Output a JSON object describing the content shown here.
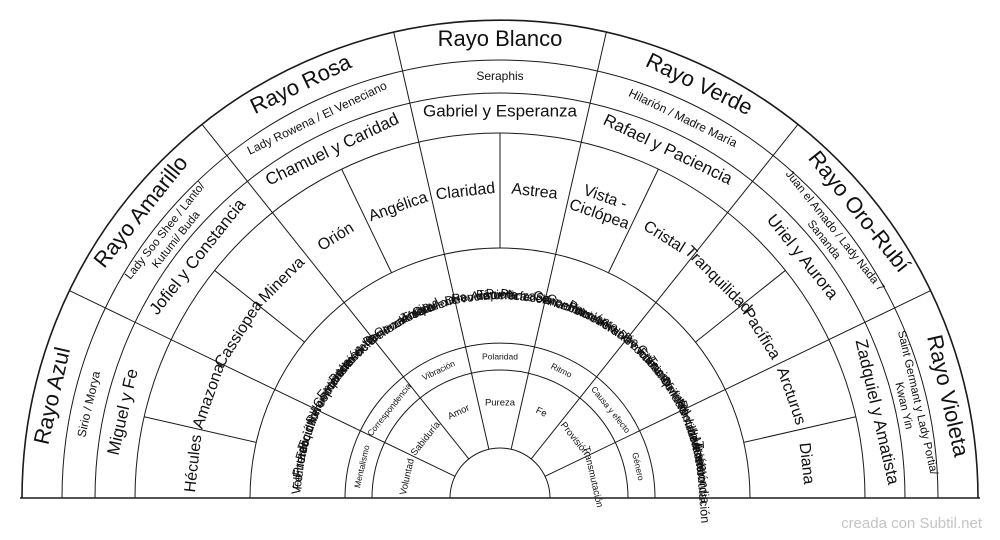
{
  "colors": {
    "line": "#1a1a1a",
    "text": "#111111",
    "background": "#ffffff",
    "credit": "#c4c4c4"
  },
  "credit": "creada con Subtil.net",
  "principles": [
    "Mentalismo",
    "Correspondencia",
    "Vibración",
    "Polaridad",
    "Ritmo",
    "Causa y efecto",
    "Género"
  ],
  "rays": [
    {
      "name": "Rayo Azul",
      "masters": [
        "Sirio / Morya"
      ],
      "archangels": "Miguel y Fe",
      "beings": [
        "Hécules",
        "Amazona"
      ],
      "qualities": [
        "Fe",
        "Voluntad",
        "Fuerza",
        "Protección",
        "Felicidad",
        "Equilibrio"
      ],
      "inner": "Voluntad"
    },
    {
      "name": "Rayo Amarillo",
      "masters": [
        "Lady Soo Shee / Lanto/",
        "Kutumi/ Buda"
      ],
      "archangels": "Jofiel y Constancia",
      "beings": [
        "Cassiopea",
        "Minerva"
      ],
      "qualities": [
        "Percepción",
        "Iluminación",
        "Comprensión",
        "Entendimiento",
        "Poder de la",
        "atención"
      ],
      "inner": "Sabiduría"
    },
    {
      "name": "Rayo Rosa",
      "masters": [
        "Lady Rowena / El Veneciano"
      ],
      "archangels": "Chamuel y Caridad",
      "beings": [
        "Orión",
        "Angélica"
      ],
      "qualities": [
        "Belleza",
        "Benevolencia",
        "Generosidad",
        "Afecto",
        "Tolerancia",
        "Opulencia"
      ],
      "inner": "Amor"
    },
    {
      "name": "Rayo Blanco",
      "masters": [
        "Seraphis"
      ],
      "archangels": "Gabriel y Esperanza",
      "beings": [
        "Claridad",
        "Astrea"
      ],
      "qualities": [
        "Devoción",
        "Revelación",
        "Armonía",
        "Esperanza",
        "Purificación",
        "Perfección"
      ],
      "inner": "Pureza"
    },
    {
      "name": "Rayo Verde",
      "masters": [
        "Hilarión / Madre María"
      ],
      "archangels": "Rafael y Paciencia",
      "beings": [
        "Vista - Ciclópea",
        "Cristal"
      ],
      "qualities": [
        "Sanación",
        "Concentración",
        "Conocimiento",
        "Paciencia",
        "Perseverancia",
        "Verdad"
      ],
      "inner": "Fe"
    },
    {
      "name": "Rayo Oro-Rubí",
      "masters": [
        "Juan el Amado / Lady Nada 7",
        "Sananda"
      ],
      "archangels": "Uriel y Aurora",
      "beings": [
        "Tranquilidad",
        "Pacífica"
      ],
      "qualities": [
        "Devoción",
        "Providencia",
        "Encanto",
        "Gracia Divina",
        "Tranquilidad",
        "Unidad"
      ],
      "inner": "Provisión"
    },
    {
      "name": "Rayo Violeta",
      "masters": [
        "Saint Germant y Lady Portia/",
        "Kwan Yin"
      ],
      "archangels": "Zadquiel y Amatista",
      "beings": [
        "Arcturus",
        "Diana"
      ],
      "qualities": [
        "Humildad",
        "Restauración",
        "Liberación",
        "Invocación",
        "Misericordia",
        "Transmutación"
      ],
      "inner": "Transmutación"
    }
  ]
}
